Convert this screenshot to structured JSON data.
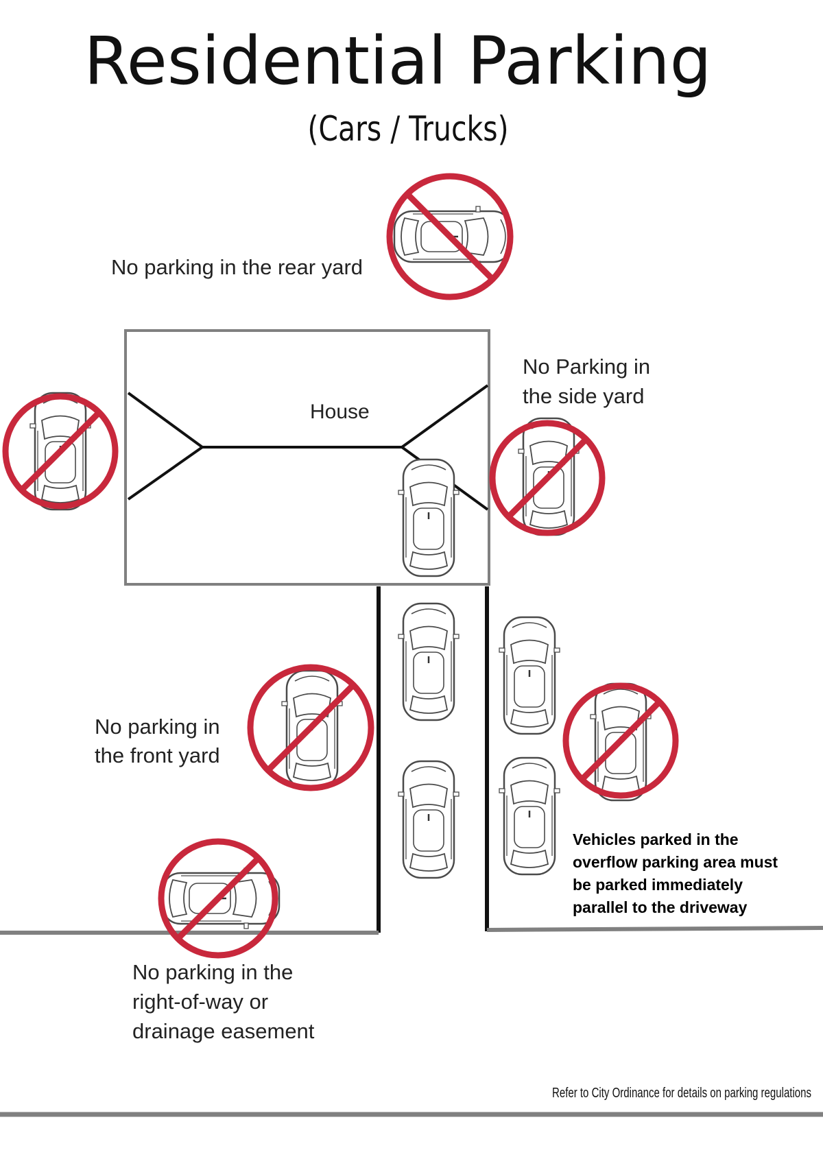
{
  "title": "Residential Parking",
  "subtitle": "(Cars / Trucks)",
  "labels": {
    "rear_yard": "No parking in the rear yard",
    "side_yard_line1": "No Parking in",
    "side_yard_line2": "the side yard",
    "house": "House",
    "front_yard_line1": "No parking in",
    "front_yard_line2": "the front yard",
    "row_line1": "No parking in the",
    "row_line2": "right-of-way or",
    "row_line3": "drainage easement",
    "overflow_line1": "Vehicles parked in the",
    "overflow_line2": "overflow parking area must",
    "overflow_line3": "be parked immediately",
    "overflow_line4": "parallel to the driveway",
    "footer": "Refer to City Ordinance for details on parking regulations"
  },
  "colors": {
    "prohibition": "#c8283c",
    "outline": "#808080",
    "ink": "#111111"
  }
}
